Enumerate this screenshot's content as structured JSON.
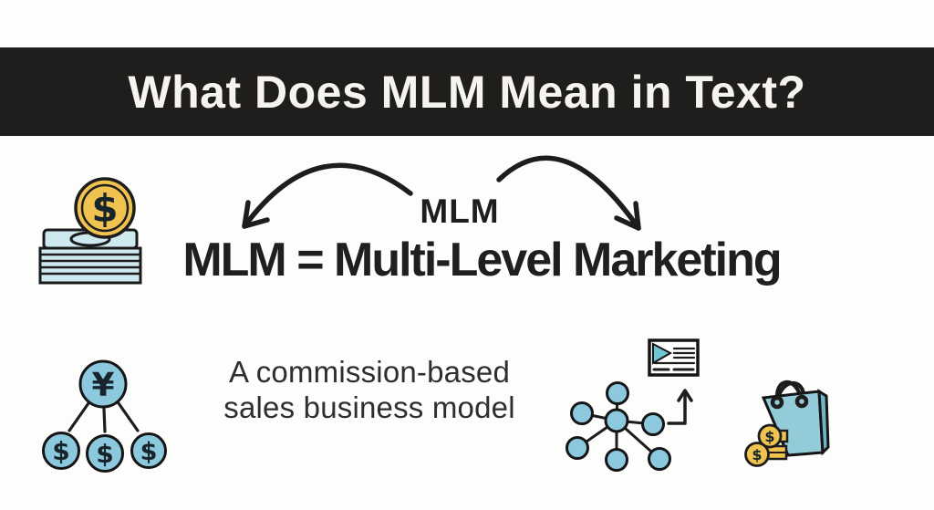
{
  "header": {
    "title": "What Does MLM Mean in Text?"
  },
  "definition": {
    "acronym": "MLM",
    "expansion": "MLM = Multi-Level Marketing"
  },
  "caption": {
    "line1": "A commission-based",
    "line2": "sales business model"
  },
  "symbols": {
    "dollar": "$",
    "yen": "¥"
  },
  "colors": {
    "header_bg": "#201d1d",
    "header_text": "#f6f4f1",
    "ink": "#1d1d1d",
    "node_teal": "#8cc9de",
    "bill_blue": "#cfe9f0",
    "coin_gold": "#f0c351",
    "bag_teal": "#93ccd8",
    "bag_fold_teal": "#6fb5c6",
    "doc_accent": "#72c6d4",
    "background": "#fdfdfc"
  }
}
